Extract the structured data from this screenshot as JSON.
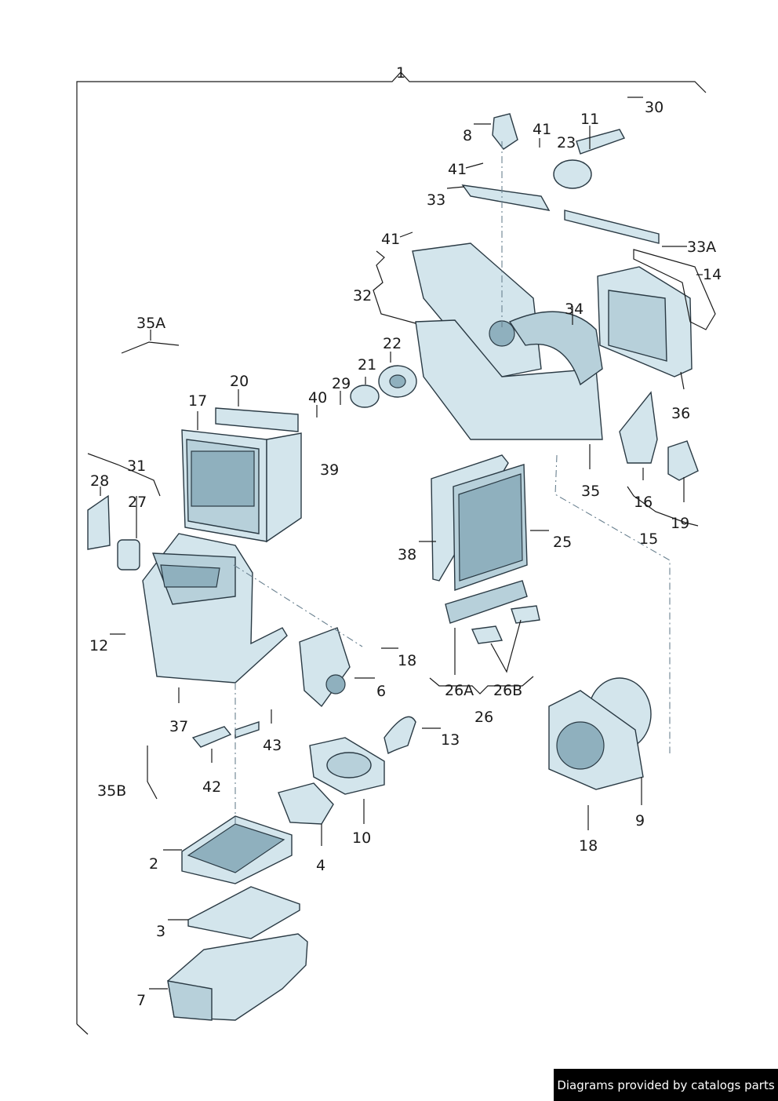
{
  "labels": {
    "l1": "1",
    "l2": "2",
    "l3": "3",
    "l4": "4",
    "l6": "6",
    "l7": "7",
    "l8": "8",
    "l9": "9",
    "l10": "10",
    "l11": "11",
    "l12": "12",
    "l13": "13",
    "l14": "14",
    "l15": "15",
    "l16": "16",
    "l17": "17",
    "l18a": "18",
    "l18b": "18",
    "l19": "19",
    "l20": "20",
    "l21": "21",
    "l22": "22",
    "l23": "23",
    "l25": "25",
    "l26": "26",
    "l26a": "26A",
    "l26b": "26B",
    "l27": "27",
    "l28": "28",
    "l29": "29",
    "l30": "30",
    "l31": "31",
    "l32": "32",
    "l33": "33",
    "l33a": "33A",
    "l34": "34",
    "l35": "35",
    "l35a": "35A",
    "l35b": "35B",
    "l36": "36",
    "l37": "37",
    "l38": "38",
    "l39": "39",
    "l40": "40",
    "l41a": "41",
    "l41b": "41",
    "l41c": "41",
    "l42": "42",
    "l43": "43"
  },
  "credit": "Diagrams provided by catalogs parts",
  "colors": {
    "part_fill": "#d3e5ec",
    "part_shade": "#b7d0da",
    "outline": "#2a3a44"
  }
}
